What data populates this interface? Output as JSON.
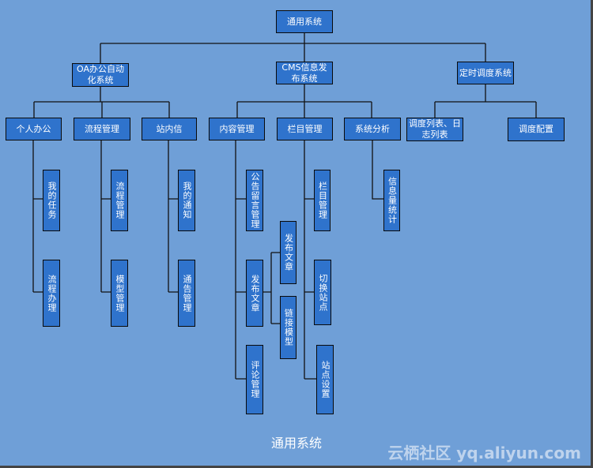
{
  "nodes": {
    "root": "通用系统",
    "oa": "OA办公自动化系统",
    "cms": "CMS信息发布系统",
    "sched": "定时调度系统",
    "personal": "个人办公",
    "flow": "流程管理",
    "inbox": "站内信",
    "content": "内容管理",
    "column": "栏目管理",
    "analysis": "系统分析",
    "schedList": "调度列表、日志列表",
    "schedConf": "调度配置",
    "myTask": "我的任务",
    "flowHandle": "流程办理",
    "flowMgmt": "流程管理",
    "modelMgmt": "模型管理",
    "myNotice": "我的通知",
    "noticeMgmt": "通告管理",
    "announce": "公告留言管理",
    "publish": "发布文章",
    "comment": "评论管理",
    "publishSub": "发布文章",
    "linkModel": "链接模型",
    "columnMgmt": "栏目管理",
    "switchSite": "切换站点",
    "siteSetting": "站点设置",
    "infoStat": "信息量统计"
  },
  "caption": "通用系统",
  "watermark": "云栖社区 yq.aliyun.com"
}
